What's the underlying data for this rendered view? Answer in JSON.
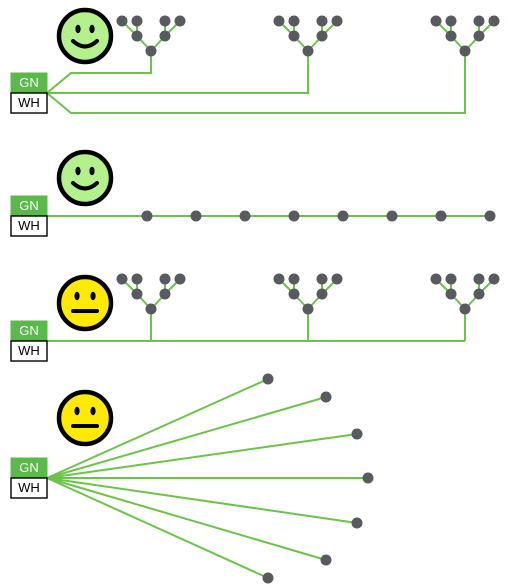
{
  "colors": {
    "wire": "#6cc24a",
    "node": "#575b60",
    "gn_box": "#5bb84a",
    "wh_box": "#ffffff",
    "face_happy": "#b4f08c",
    "face_neutral": "#ffea00",
    "outline": "#000000"
  },
  "panels": [
    {
      "id": "panel-1",
      "face": {
        "mood": "happy",
        "icon": "happy-face-icon"
      },
      "label_top": "GN",
      "label_bottom": "WH",
      "topology": "three-branch-trees"
    },
    {
      "id": "panel-2",
      "face": {
        "mood": "happy",
        "icon": "happy-face-icon"
      },
      "label_top": "GN",
      "label_bottom": "WH",
      "topology": "daisy-chain",
      "node_count": 8
    },
    {
      "id": "panel-3",
      "face": {
        "mood": "neutral",
        "icon": "neutral-face-icon"
      },
      "label_top": "GN",
      "label_bottom": "WH",
      "topology": "trees-on-shared-bus"
    },
    {
      "id": "panel-4",
      "face": {
        "mood": "neutral",
        "icon": "neutral-face-icon"
      },
      "label_top": "GN",
      "label_bottom": "WH",
      "topology": "star",
      "node_count": 7
    }
  ]
}
